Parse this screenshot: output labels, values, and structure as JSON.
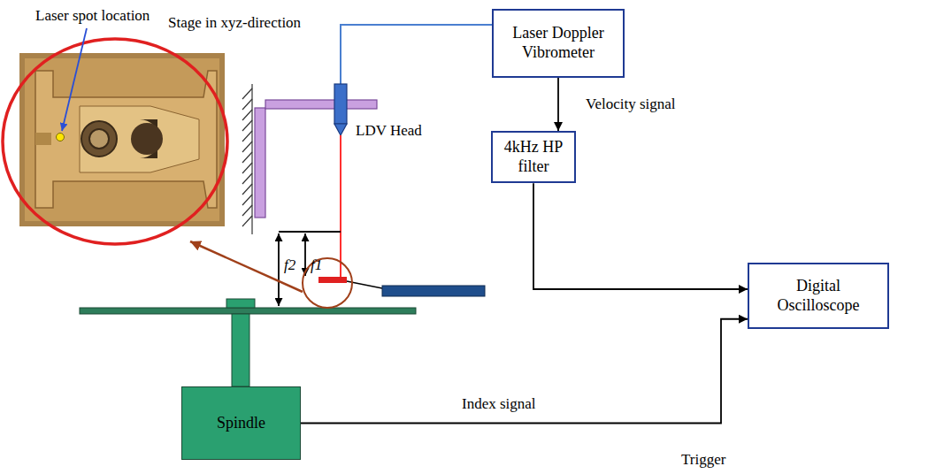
{
  "diagram": {
    "nodes": [
      {
        "text": [
          "Laser Doppler Vibrometer"
        ]
      },
      {
        "text": [
          "4kHz HP filter"
        ]
      },
      {
        "text": [
          "Spindle"
        ]
      },
      {
        "text": [
          "Digital Oscilloscope"
        ]
      }
    ],
    "edges": [
      {
        "from": 0,
        "to": 1,
        "arrow": "to",
        "label": "Velocity signal"
      },
      {
        "from": 1,
        "to": 3,
        "arrow": "to"
      },
      {
        "from": 2,
        "to": 3,
        "arrow": "to",
        "label": "Index signal"
      }
    ],
    "labels": [
      "Laser spot location",
      "Stage in xyz-direction",
      "LDV Head",
      "f2",
      "f1",
      "Trigger"
    ]
  }
}
